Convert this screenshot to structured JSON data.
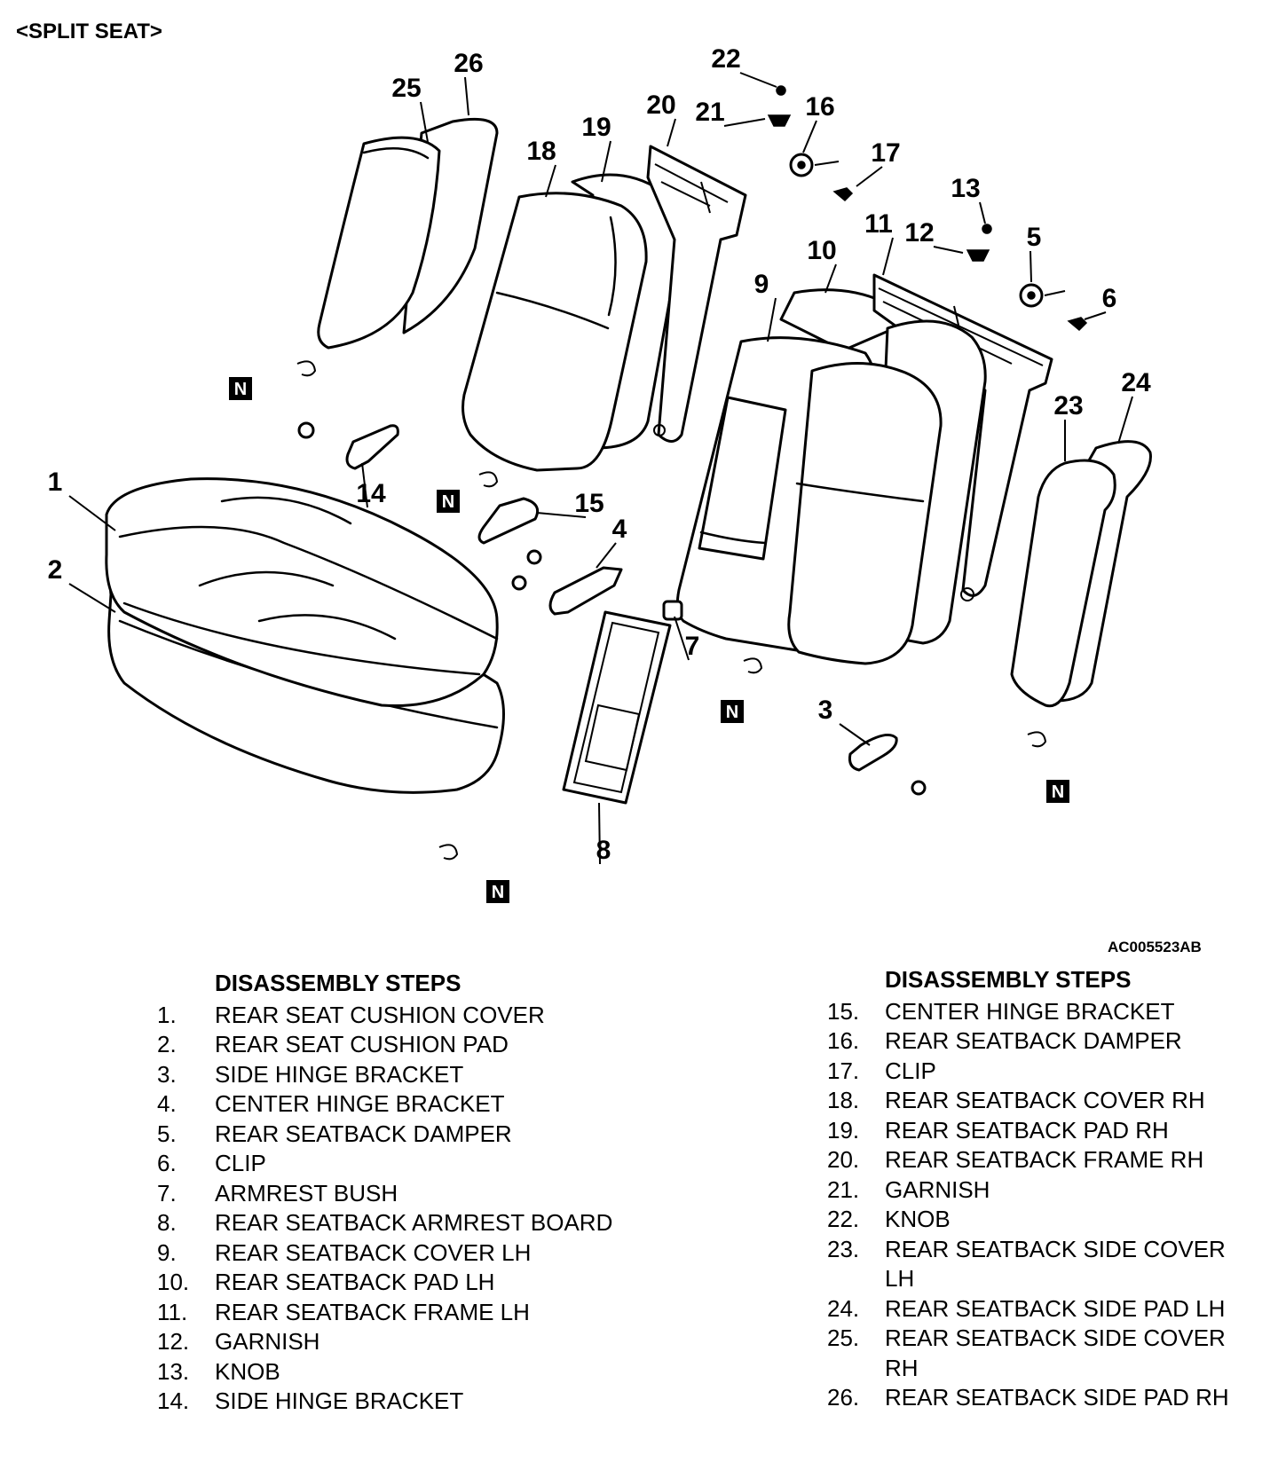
{
  "title": "<SPLIT SEAT>",
  "figure_code": "AC005523AB",
  "callouts": [
    "1",
    "2",
    "3",
    "4",
    "5",
    "6",
    "7",
    "8",
    "9",
    "10",
    "11",
    "12",
    "13",
    "14",
    "15",
    "16",
    "17",
    "18",
    "19",
    "20",
    "21",
    "22",
    "23",
    "24",
    "25",
    "26"
  ],
  "non_reusable_mark": "N",
  "steps_heading": "DISASSEMBLY STEPS",
  "steps_left": [
    {
      "num": "1.",
      "text": "REAR SEAT CUSHION COVER"
    },
    {
      "num": "2.",
      "text": "REAR SEAT CUSHION PAD"
    },
    {
      "num": "3.",
      "text": "SIDE HINGE BRACKET"
    },
    {
      "num": "4.",
      "text": "CENTER HINGE BRACKET"
    },
    {
      "num": "5.",
      "text": "REAR SEATBACK DAMPER"
    },
    {
      "num": "6.",
      "text": "CLIP"
    },
    {
      "num": "7.",
      "text": "ARMREST BUSH"
    },
    {
      "num": "8.",
      "text": "REAR SEATBACK ARMREST BOARD"
    },
    {
      "num": "9.",
      "text": "REAR SEATBACK COVER LH"
    },
    {
      "num": "10.",
      "text": "REAR SEATBACK PAD LH"
    },
    {
      "num": "11.",
      "text": "REAR SEATBACK FRAME LH"
    },
    {
      "num": "12.",
      "text": "GARNISH"
    },
    {
      "num": "13.",
      "text": "KNOB"
    },
    {
      "num": "14.",
      "text": "SIDE HINGE BRACKET"
    }
  ],
  "steps_right": [
    {
      "num": "15.",
      "text": "CENTER HINGE BRACKET"
    },
    {
      "num": "16.",
      "text": "REAR SEATBACK DAMPER"
    },
    {
      "num": "17.",
      "text": "CLIP"
    },
    {
      "num": "18.",
      "text": "REAR SEATBACK COVER RH"
    },
    {
      "num": "19.",
      "text": "REAR SEATBACK PAD RH"
    },
    {
      "num": "20.",
      "text": "REAR SEATBACK FRAME RH"
    },
    {
      "num": "21.",
      "text": "GARNISH"
    },
    {
      "num": "22.",
      "text": "KNOB"
    },
    {
      "num": "23.",
      "text": "REAR SEATBACK SIDE COVER LH"
    },
    {
      "num": "24.",
      "text": "REAR SEATBACK SIDE PAD LH"
    },
    {
      "num": "25.",
      "text": "REAR SEATBACK SIDE COVER RH"
    },
    {
      "num": "26.",
      "text": "REAR SEATBACK SIDE PAD RH"
    }
  ]
}
